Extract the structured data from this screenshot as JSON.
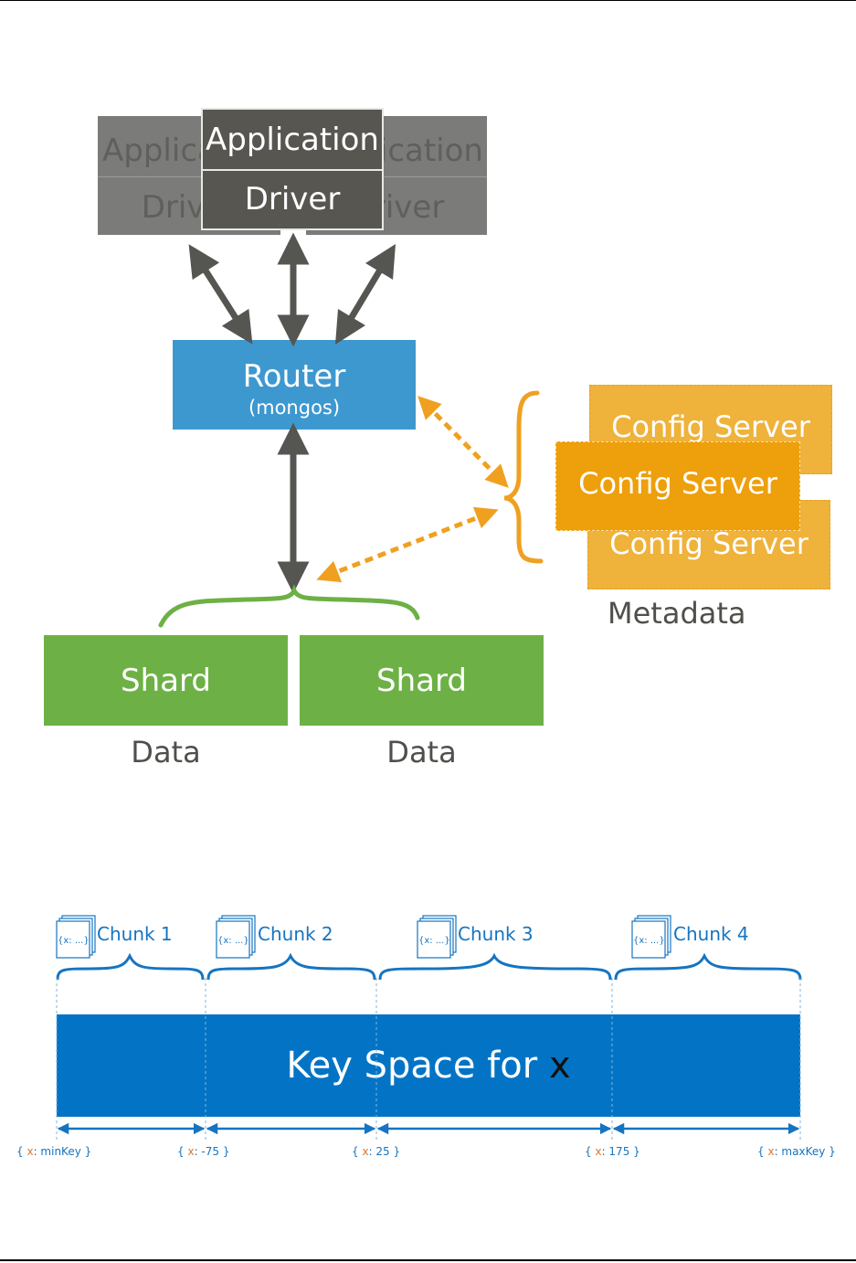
{
  "diagram": {
    "application_label": "Application",
    "driver_label": "Driver",
    "router_label": "Router",
    "router_sub": "(mongos)",
    "config_label": "Config Server",
    "metadata_label": "Metadata",
    "shard_label": "Shard",
    "data_label": "Data",
    "colors": {
      "app": "#575651",
      "router": "#3d98d0",
      "config": "#ee9f0c",
      "shard": "#6db146",
      "keyspace": "#0374c5",
      "arrow_dark": "#555552",
      "arrow_orange": "#f0a020"
    }
  },
  "chunks": {
    "title_prefix": "Key Space for ",
    "title_var": "x",
    "doc_icon_text": "{x: ...}",
    "items": [
      {
        "label": "Chunk 1"
      },
      {
        "label": "Chunk 2"
      },
      {
        "label": "Chunk 3"
      },
      {
        "label": "Chunk 4"
      }
    ],
    "boundaries": [
      {
        "open": "{ ",
        "key": "x",
        "value": ": minKey }"
      },
      {
        "open": "{ ",
        "key": "x",
        "value": ": -75 }"
      },
      {
        "open": "{ ",
        "key": "x",
        "value": ": 25 }"
      },
      {
        "open": "{ ",
        "key": "x",
        "value": ": 175 }"
      },
      {
        "open": "{ ",
        "key": "x",
        "value": ": maxKey }"
      }
    ]
  }
}
